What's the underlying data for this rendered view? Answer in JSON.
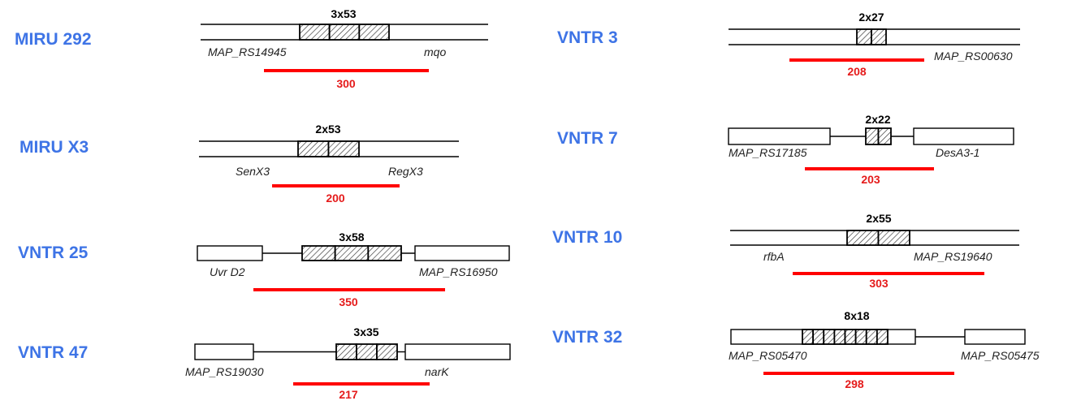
{
  "colors": {
    "title": "#3e74e6",
    "amplicon": "#ff0000",
    "amplicon_text": "#e51b1b",
    "line": "#000000"
  },
  "diagrams": [
    {
      "name": "MIRU 292",
      "repeat_label": "3x53",
      "repeat_units": 3,
      "genes": [
        "MAP_RS14945",
        "mqo"
      ],
      "amplicon_size": "300"
    },
    {
      "name": "MIRU X3",
      "repeat_label": "2x53",
      "repeat_units": 2,
      "genes": [
        "SenX3",
        "RegX3"
      ],
      "amplicon_size": "200"
    },
    {
      "name": "VNTR 25",
      "repeat_label": "3x58",
      "repeat_units": 3,
      "genes": [
        "Uvr D2",
        "MAP_RS16950"
      ],
      "amplicon_size": "350"
    },
    {
      "name": "VNTR 47",
      "repeat_label": "3x35",
      "repeat_units": 3,
      "genes": [
        "MAP_RS19030",
        "narK"
      ],
      "amplicon_size": "217"
    },
    {
      "name": "VNTR 3",
      "repeat_label": "2x27",
      "repeat_units": 2,
      "genes": [
        "MAP_RS00630"
      ],
      "amplicon_size": "208"
    },
    {
      "name": "VNTR 7",
      "repeat_label": "2x22",
      "repeat_units": 2,
      "genes": [
        "MAP_RS17185",
        "DesA3-1"
      ],
      "amplicon_size": "203"
    },
    {
      "name": "VNTR 10",
      "repeat_label": "2x55",
      "repeat_units": 2,
      "genes": [
        "rfbA",
        "MAP_RS19640"
      ],
      "amplicon_size": "303"
    },
    {
      "name": "VNTR 32",
      "repeat_label": "8x18",
      "repeat_units": 8,
      "genes": [
        "MAP_RS05470",
        "MAP_RS05475"
      ],
      "amplicon_size": "298"
    }
  ]
}
